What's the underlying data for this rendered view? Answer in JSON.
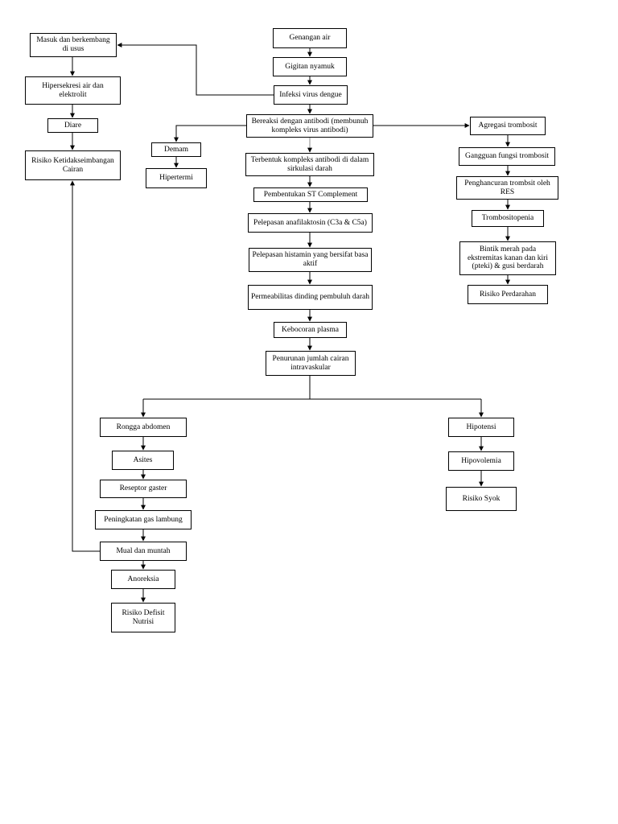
{
  "nodes": {
    "genangan_air": "Genangan air",
    "gigitan_nyamuk": "Gigitan nyamuk",
    "infeksi_virus": "Infeksi virus dengue",
    "bereaksi": "Bereaksi dengan antibodi (membunuh kompleks virus antibodi)",
    "terbentuk_kompleks": "Terbentuk kompleks antibodi di dalam sirkulasi darah",
    "pembentukan_st": "Pembentukan ST Complement",
    "pelepasan_anafilaktosin": "Pelepasan anafilaktosin (C3a & C5a)",
    "pelepasan_histamin": "Pelepasan histamin yang bersifat basa aktif",
    "permeabilitas": "Permeabilitas dinding pembuluh darah",
    "kebocoran_plasma": "Kebocoran plasma",
    "penurunan_cairan": "Penurunan jumlah cairan intravaskular",
    "masuk_usus": "Masuk dan berkembang di usus",
    "hipersekresi": "Hipersekresi air dan elektrolit",
    "diare": "Diare",
    "risiko_cairan": "Risiko Ketidakseimbangan Cairan",
    "demam": "Demam",
    "hipertermi": "Hipertermi",
    "agregasi": "Agregasi trombosit",
    "gangguan_fungsi": "Gangguan fungsi trombosit",
    "penghancuran": "Penghancuran trombsit oleh RES",
    "trombositopenia": "Trombositopenia",
    "bintik_merah": "Bintik merah pada ekstremitas kanan dan kiri (pteki) & gusi berdarah",
    "risiko_perdarahan": "Risiko Perdarahan",
    "rongga_abdomen": "Rongga abdomen",
    "asites": "Asites",
    "reseptor_gaster": "Reseptor gaster",
    "peningkatan_gas": "Peningkatan gas lambung",
    "mual_muntah": "Mual dan muntah",
    "anoreksia": "Anoreksia",
    "risiko_nutrisi": "Risiko Defisit Nutrisi",
    "hipotensi": "Hipotensi",
    "hipovolemia": "Hipovolemia",
    "risiko_syok": "Risiko Syok"
  }
}
